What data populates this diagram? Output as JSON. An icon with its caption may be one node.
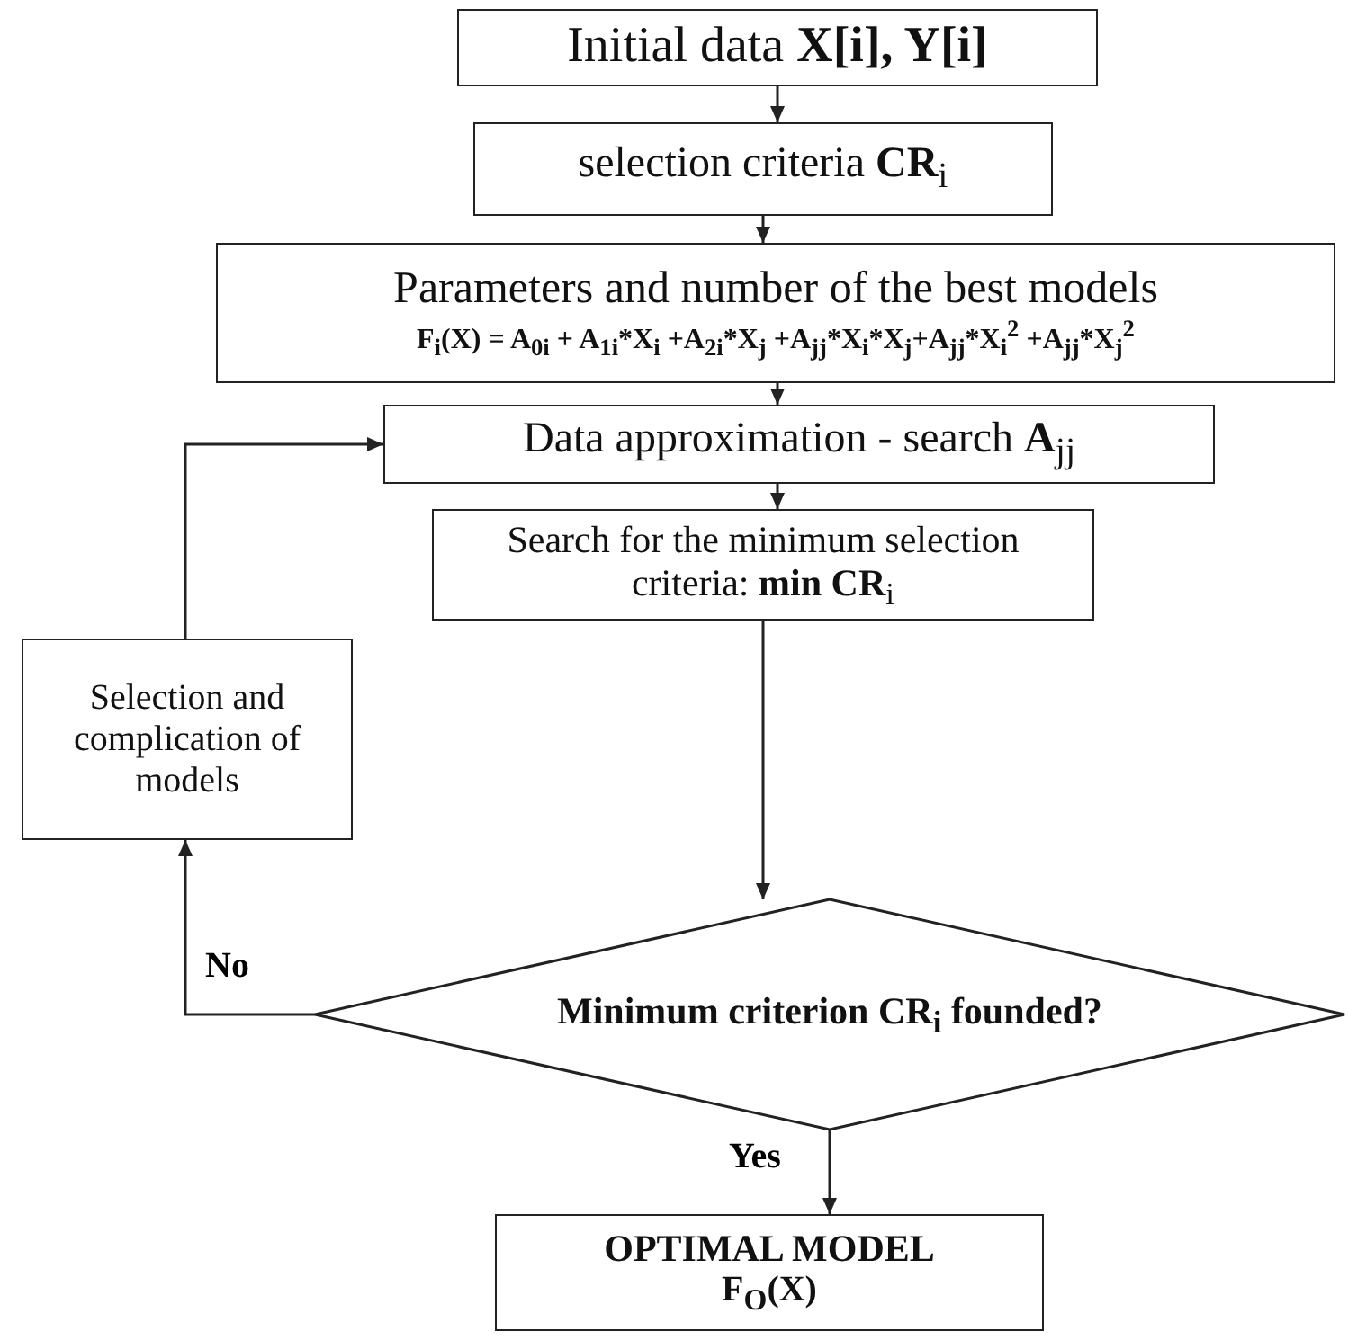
{
  "diagram": {
    "nodes": [
      {
        "text": [
          "Initial data **X[i], Y[i]**"
        ]
      },
      {
        "text": [
          "selection criteria **CR**$_{i}$"
        ]
      },
      {
        "text": [
          "Parameters and number of the best models",
          "F$_{i}$(X) = A$_{0i}$ + A$_{1i}$*X$_{i}$ +A$_{2i}$*X$_{j}$ +A$_{jj}$*X$_{i}$*X$_{j}$+A$_{jj}$*X$_{i}$$^{2}$ +A$_{jj}$*X$_{j}$$^{2}$"
        ]
      },
      {
        "text": [
          "Data approximation - search **A**$_{jj}$"
        ]
      },
      {
        "text": [
          "Search for the minimum selection criteria: **min CR**$_{i}$"
        ]
      },
      {
        "text": [
          "Minimum criterion CR$_{i}$ founded?"
        ]
      },
      {
        "text": [
          "Selection and complication of models"
        ]
      },
      {
        "text": [
          "OPTIMAL MODEL",
          "F$_{O}$(X)"
        ]
      }
    ],
    "edges": [
      {
        "from": 0,
        "to": 1,
        "arrow": "to"
      },
      {
        "from": 1,
        "to": 2,
        "arrow": "to"
      },
      {
        "from": 2,
        "to": 3,
        "arrow": "to"
      },
      {
        "from": 3,
        "to": 4,
        "arrow": "to"
      },
      {
        "from": 4,
        "to": 5,
        "arrow": "to"
      },
      {
        "from": 5,
        "to": 6,
        "arrow": "to",
        "label": "No"
      },
      {
        "from": 6,
        "to": 3,
        "arrow": "to"
      },
      {
        "from": 5,
        "to": 7,
        "arrow": "to",
        "label": "Yes"
      }
    ]
  }
}
